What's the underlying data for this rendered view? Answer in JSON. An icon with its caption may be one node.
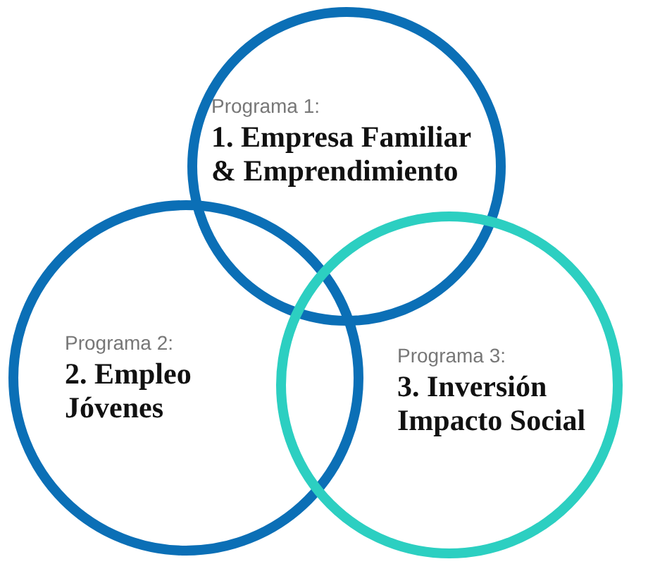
{
  "diagram": {
    "nodes": [
      {
        "text": [
          "Programa 1:",
          "1. Empresa Familiar & Emprendimiento"
        ]
      },
      {
        "text": [
          "Programa 2:",
          "2. Empleo Jóvenes"
        ]
      },
      {
        "text": [
          "Programa 3:",
          "3. Inversión Impacto Social"
        ]
      }
    ],
    "edges": []
  }
}
